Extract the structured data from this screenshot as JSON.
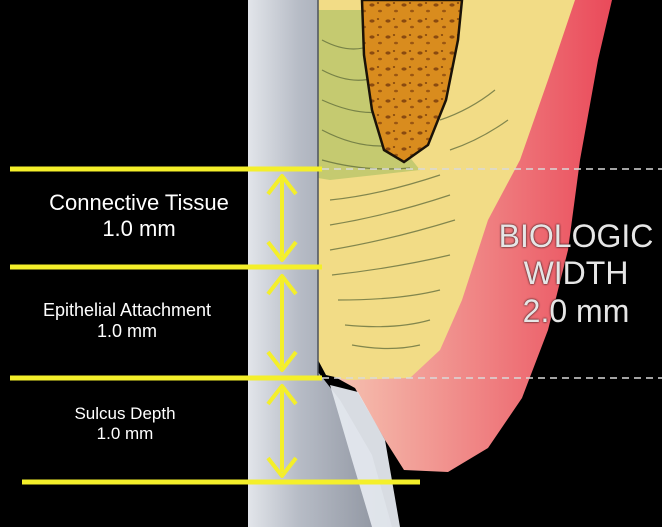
{
  "measurements": [
    {
      "name": "Connective Tissue",
      "value": "1.0 mm"
    },
    {
      "name": "Epithelial Attachment",
      "value": "1.0 mm"
    },
    {
      "name": "Sulcus Depth",
      "value": "1.0 mm"
    }
  ],
  "biologic_width": {
    "line1": "BIOLOGIC",
    "line2": "WIDTH",
    "line3": "2.0 mm"
  },
  "colors": {
    "background": "#000000",
    "marker_lines": "#f4ef2a",
    "gingiva": "#e8525c",
    "connective_tissue": "#f3dd8a",
    "bone": "#d78a1c",
    "tooth": "#9aa0ab",
    "enamel": "#e3e7ec",
    "text": "#ffffff"
  }
}
